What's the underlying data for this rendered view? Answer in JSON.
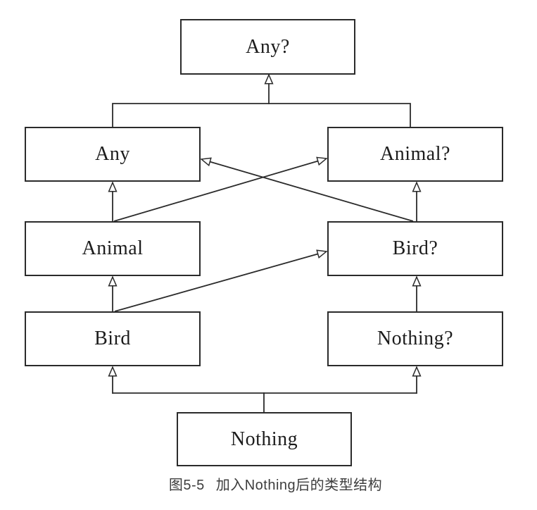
{
  "figure": {
    "caption_label": "图5-5",
    "caption_title": "加入Nothing后的类型结构"
  },
  "diagram": {
    "type": "uml-type-hierarchy",
    "colors": {
      "background": "#ffffff",
      "line": "#2b2b2b",
      "box_fill": "#ffffff",
      "box_border": "#2b2b2b",
      "box_text": "#1c1c1c",
      "caption_text": "#3d3d3d"
    },
    "arrow_style": "hollow-triangle-generalization",
    "nodes": [
      {
        "id": "any-q",
        "label": "Any?"
      },
      {
        "id": "any",
        "label": "Any"
      },
      {
        "id": "animal-q",
        "label": "Animal?"
      },
      {
        "id": "animal",
        "label": "Animal"
      },
      {
        "id": "bird-q",
        "label": "Bird?"
      },
      {
        "id": "bird",
        "label": "Bird"
      },
      {
        "id": "nothing-q",
        "label": "Nothing?"
      },
      {
        "id": "nothing",
        "label": "Nothing"
      }
    ],
    "edges": [
      {
        "from": "Any",
        "to": "Any?",
        "kind": "generalization"
      },
      {
        "from": "Animal?",
        "to": "Any?",
        "kind": "generalization"
      },
      {
        "from": "Animal",
        "to": "Any",
        "kind": "generalization"
      },
      {
        "from": "Animal",
        "to": "Animal?",
        "kind": "generalization"
      },
      {
        "from": "Bird?",
        "to": "Animal?",
        "kind": "generalization"
      },
      {
        "from": "Bird?",
        "to": "Any",
        "kind": "generalization"
      },
      {
        "from": "Bird",
        "to": "Animal",
        "kind": "generalization"
      },
      {
        "from": "Bird",
        "to": "Bird?",
        "kind": "generalization"
      },
      {
        "from": "Nothing?",
        "to": "Bird?",
        "kind": "generalization"
      },
      {
        "from": "Nothing",
        "to": "Bird",
        "kind": "generalization"
      },
      {
        "from": "Nothing",
        "to": "Nothing?",
        "kind": "generalization"
      }
    ]
  }
}
